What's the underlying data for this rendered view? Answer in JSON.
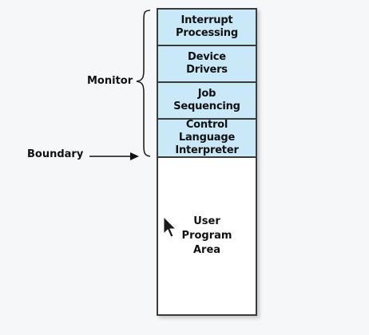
{
  "diagram": {
    "labels": {
      "monitor": "Monitor",
      "boundary": "Boundary"
    },
    "segments": [
      {
        "text": "Interrupt\nProcessing"
      },
      {
        "text": "Device\nDrivers"
      },
      {
        "text": "Job\nSequencing"
      },
      {
        "text": "Control Language\nInterpreter"
      }
    ],
    "user_area": {
      "text": "User\nProgram\nArea"
    },
    "colors": {
      "monitor_fill": "#c9e9f8",
      "user_fill": "#ffffff",
      "border": "#3b3b3b"
    },
    "icons": {
      "cursor": "mouse-pointer-icon",
      "brace": "left-brace-icon",
      "arrow": "right-arrow-icon"
    }
  }
}
